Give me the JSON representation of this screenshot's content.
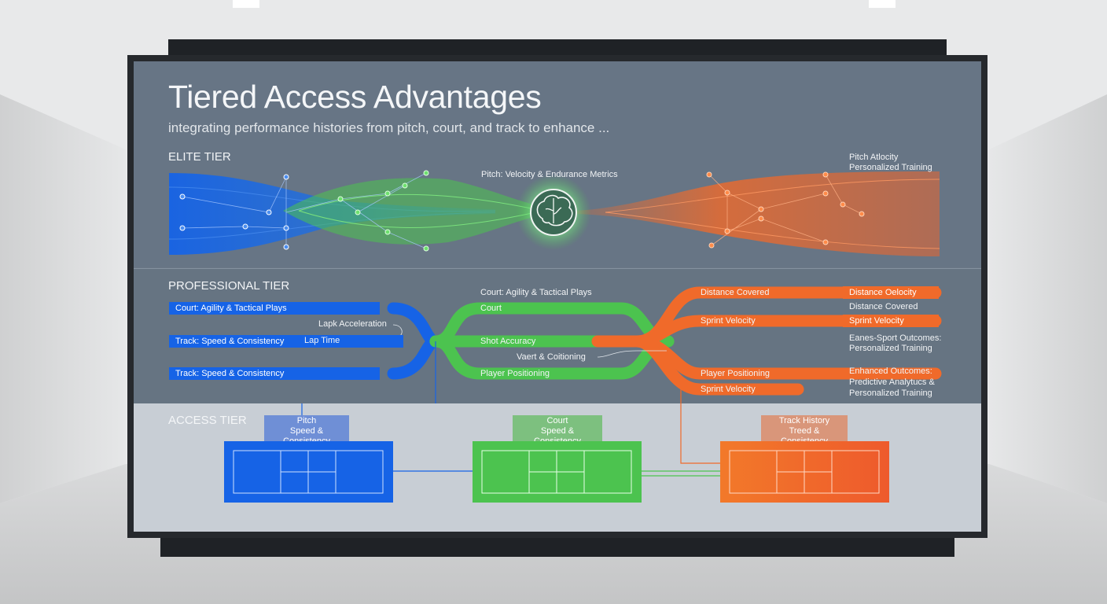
{
  "header": {
    "title": "Tiered Access Advantages",
    "subtitle": "integrating performance histories from pitch, court, and track to enhance ..."
  },
  "colors": {
    "blue": "#1663e6",
    "green": "#4cc34f",
    "orange": "#f06a2a",
    "screen": "#697786",
    "access_bg": "#c8ced5"
  },
  "elite": {
    "label": "ELITE TIER",
    "center_label": "Pitch: Velocity & Endurance Metrics",
    "right_label_1": "Pitch Atlocity",
    "right_label_2": "Personalized Training",
    "center_icon": "brain-icon"
  },
  "professional": {
    "label": "PROFESSIONAL TIER",
    "blue_lines": [
      "Court: Agility & Tactical Plays",
      "Track: Speed & Consistency",
      "Track: Speed & Consistency"
    ],
    "lapk_label": "Lapk Acceleration",
    "lap_time_label": "Lap Time",
    "green_top_label": "Court: Agility & Tactical Plays",
    "green_lines": [
      "Court",
      "Shot Accuracy",
      "Player Positioning"
    ],
    "vaert_label": "Vaert & Coitioning",
    "orange_lines": [
      "Distance Covered",
      "Sprint Velocity",
      "Player Positioning",
      "Sprint Velocity"
    ],
    "right_pills": [
      "Distance Oelocity",
      "Sprint Velocity"
    ],
    "right_distance_label": "Distance Covered",
    "right_text_1": "Eanes-Sport Outcomes:",
    "right_text_2": "Personalized Training",
    "right_text_3": "Enhanced Outcomes:",
    "right_text_4": "Predictive Analytucs &",
    "right_text_5": "Personalized Training"
  },
  "access": {
    "label": "ACCESS TIER",
    "fields": [
      {
        "name": "pitch",
        "title": "Pitch",
        "sub": "Speed & Consistency"
      },
      {
        "name": "court",
        "title": "Court",
        "sub": "Speed & Consistency"
      },
      {
        "name": "track",
        "title": "Track History",
        "sub": "Treed & Consistency"
      }
    ]
  }
}
